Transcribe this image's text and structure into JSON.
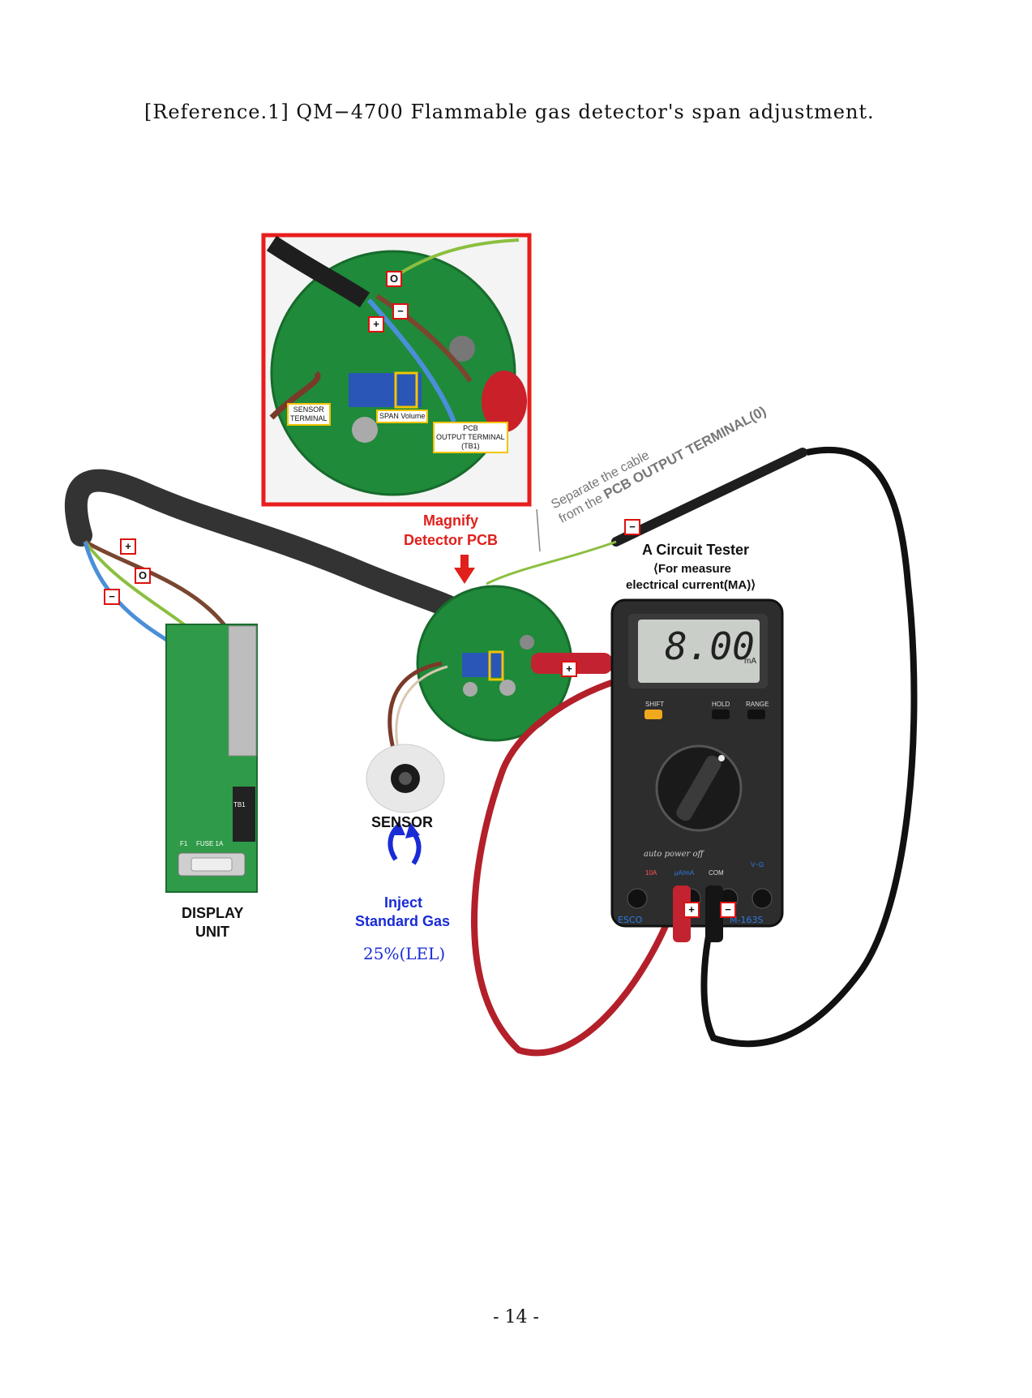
{
  "title": "[Reference.1] QM−4700 Flammable gas detector's span adjustment.",
  "labels": {
    "magnify": "Magnify",
    "detector_pcb": "Detector PCB",
    "cable_note_1": "Separate the cable",
    "cable_note_2_prefix": "from the ",
    "cable_note_2_bold": "PCB OUTPUT TERMINAL(0)",
    "tester_title": "A Circuit Tester",
    "tester_sub1": "⟨For measure",
    "tester_sub2": "electrical current(MA)⟩",
    "sensor": "SENSOR",
    "inject": "Inject",
    "standard_gas": "Standard Gas",
    "lel": "25%(LEL)",
    "display_unit_1": "DISPLAY",
    "display_unit_2": "UNIT",
    "sensor_terminal_1": "SENSOR",
    "sensor_terminal_2": "TERMINAL",
    "span_volume": "SPAN Volume",
    "pcb_out_1": "PCB",
    "pcb_out_2": "OUTPUT TERMINAL",
    "pcb_out_3": "(TB1)"
  },
  "terminals": {
    "plus": "+",
    "minus": "−",
    "zero": "O"
  },
  "meter": {
    "reading": "8.00",
    "unit": "mA",
    "brand": "ESCO",
    "model": "M-163S",
    "buttons": [
      "SHIFT",
      "HOLD",
      "RANGE"
    ],
    "jacks": [
      "10A",
      "μA/mA",
      "COM",
      "V~Ω"
    ],
    "auto_off": "auto power off"
  },
  "board": {
    "fuse": "FUSE 1A",
    "f1": "F1",
    "tb1": "TB1"
  },
  "page_number": "- 14 -",
  "colors": {
    "accent_red": "#e0201c",
    "accent_blue": "#1a2bd6",
    "pcb_green": "#1f8a3a",
    "highlight_yellow": "#f2c400"
  }
}
